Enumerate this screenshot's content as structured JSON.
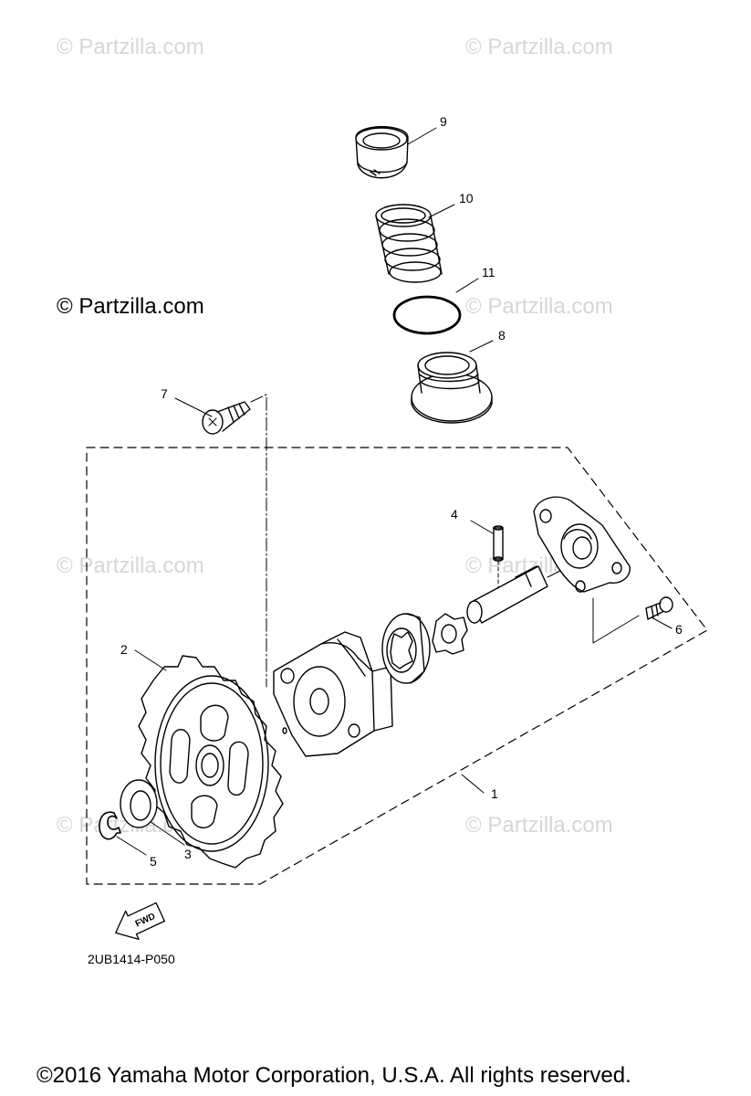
{
  "watermark": {
    "main": "© Partzilla.com",
    "faint": [
      "© Partzilla.com",
      "© Partzilla.com",
      "© Partzilla.com",
      "© Partzilla.com",
      "© Partzilla.com",
      "© Partzilla.com",
      "© Partzilla.com"
    ]
  },
  "parts": {
    "p1": "1",
    "p2": "2",
    "p3": "3",
    "p4": "4",
    "p5": "5",
    "p6": "6",
    "p7": "7",
    "p8": "8",
    "p9": "9",
    "p10": "10",
    "p11": "11"
  },
  "fwd_label": "FWD",
  "diagram_code": "2UB1414-P050",
  "copyright": "©2016  Yamaha Motor Corporation, U.S.A. All rights reserved."
}
